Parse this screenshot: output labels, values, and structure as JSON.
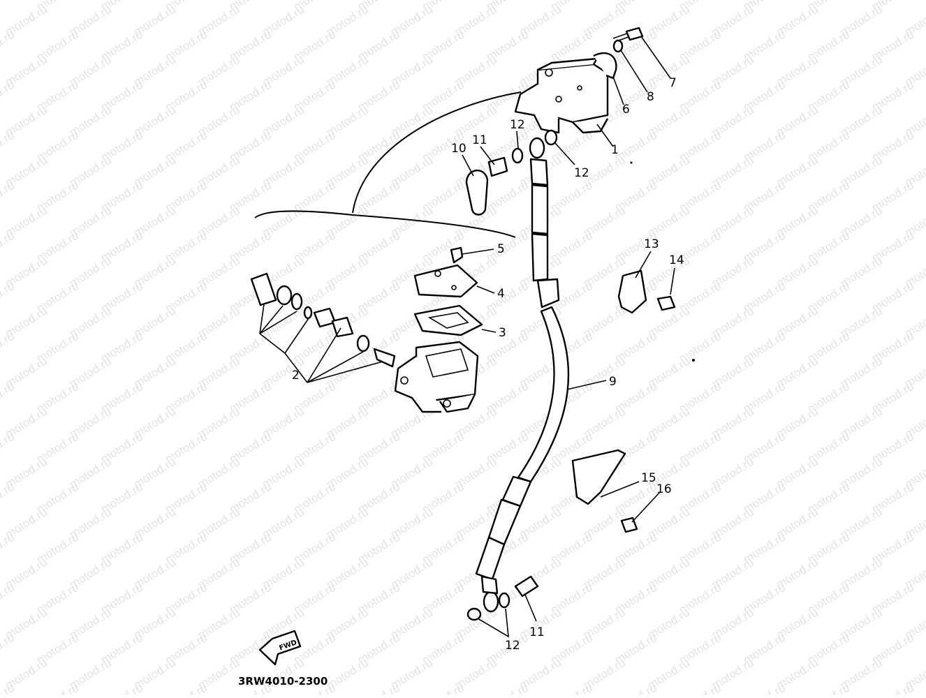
{
  "watermark": {
    "text": "motod.ru"
  },
  "diagram_code": "3RW4010-2300",
  "fwd_label": "FWD",
  "callouts": {
    "c1": "1",
    "c2": "2",
    "c3": "3",
    "c4": "4",
    "c5": "5",
    "c6": "6",
    "c7": "7",
    "c8": "8",
    "c9": "9",
    "c10": "10",
    "c11a": "11",
    "c11b": "11",
    "c12a": "12",
    "c12b": "12",
    "c12c": "12",
    "c13": "13",
    "c14": "14",
    "c15": "15",
    "c16": "16"
  },
  "colors": {
    "ink": "#000000",
    "watermark": "#e3e3e3",
    "paper": "#ffffff"
  }
}
